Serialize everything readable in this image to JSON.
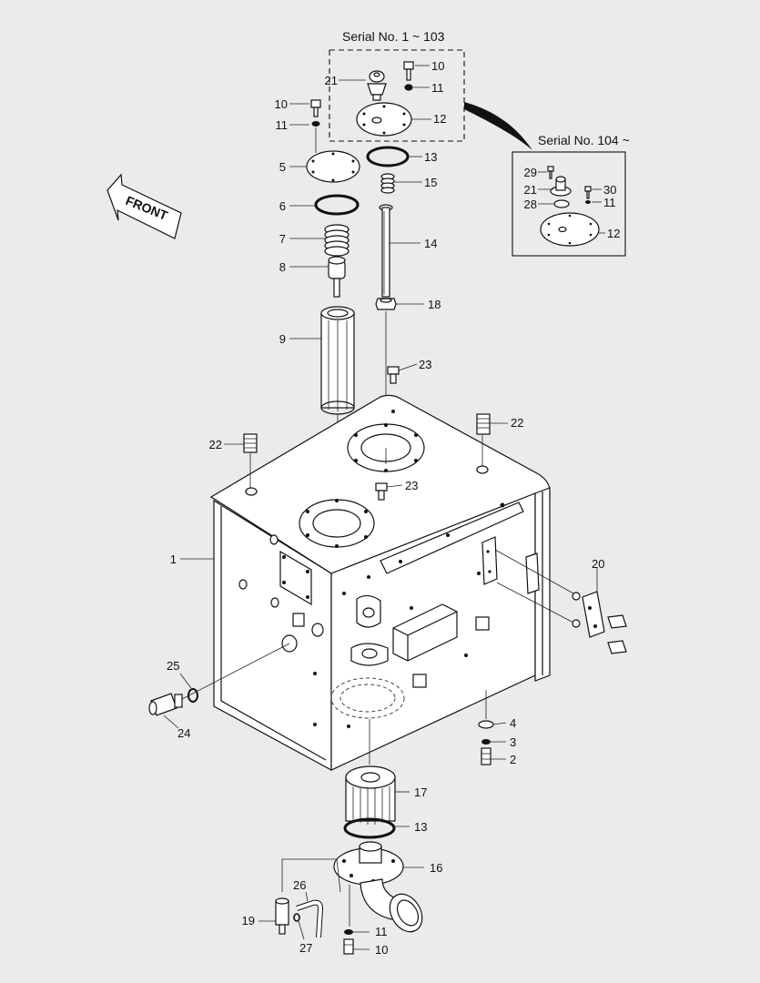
{
  "serial_labels": {
    "early": "Serial No. 1 ~ 103",
    "late": "Serial No. 104 ~"
  },
  "direction_label": "FRONT",
  "callouts": {
    "c10a": "10",
    "c11a": "11",
    "c21a": "21",
    "c12a": "12",
    "c10b": "10",
    "c11b": "11",
    "c5": "5",
    "c13a": "13",
    "c6": "6",
    "c15": "15",
    "c7": "7",
    "c14": "14",
    "c8": "8",
    "c18": "18",
    "c9": "9",
    "c23a": "23",
    "c22a": "22",
    "c22b": "22",
    "c23b": "23",
    "c1": "1",
    "c20": "20",
    "c25": "25",
    "c24": "24",
    "c4": "4",
    "c3": "3",
    "c2": "2",
    "c17": "17",
    "c13b": "13",
    "c16": "16",
    "c26": "26",
    "c19": "19",
    "c27": "27",
    "c11c": "11",
    "c10c": "10",
    "c29": "29",
    "c30": "30",
    "c21b": "21",
    "c11d": "11",
    "c28": "28",
    "c12b": "12"
  }
}
